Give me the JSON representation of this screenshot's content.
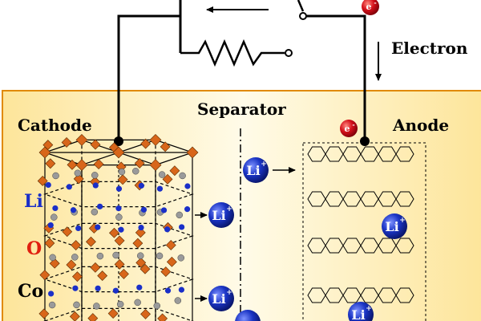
{
  "labels": {
    "electron": "Electron",
    "separator": "Separator",
    "cathode": "Cathode",
    "anode": "Anode",
    "li": "Li",
    "o": "O",
    "co": "Co"
  },
  "symbols": {
    "electron": "e",
    "electron_charge": "-",
    "lithium_ion": "Li",
    "ion_charge": "+"
  },
  "colors": {
    "panel_fill": "#fde8a0",
    "panel_fill_light": "#fff8dc",
    "panel_border": "#e08a00",
    "wire": "#000000",
    "electron_ball": "#d4101a",
    "lithium_ion_ball": "#1a34c4",
    "oxygen_atom": "#d8661a",
    "cobalt_atom": "#9a9a9a",
    "lithium_atom": "#1a2fc8",
    "li_label": "#1a2fc8",
    "o_label": "#e02010",
    "co_label": "#000000"
  }
}
